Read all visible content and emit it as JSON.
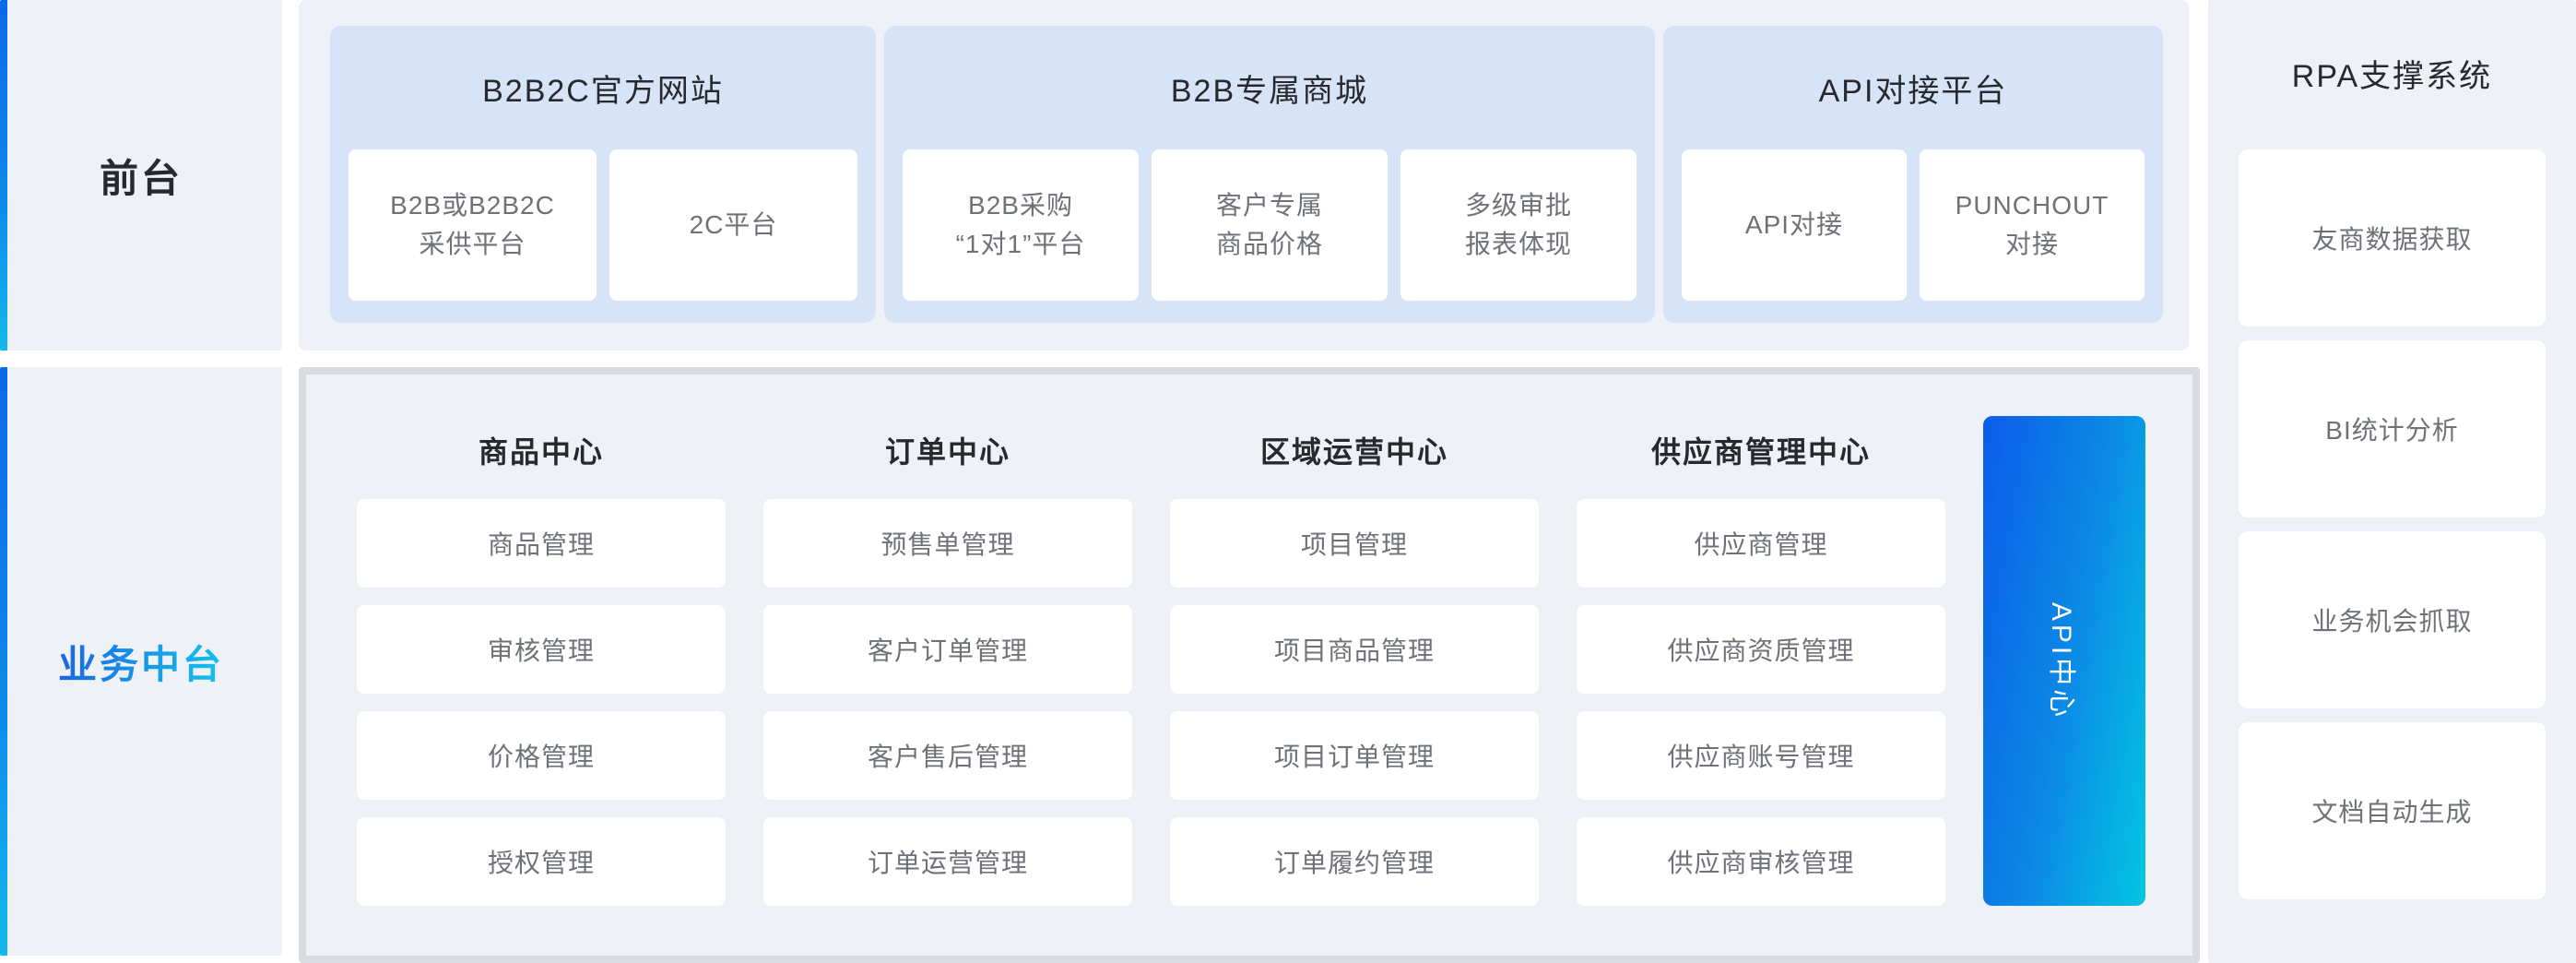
{
  "sidebar": {
    "front_label": "前台",
    "middle_label": "业务中台"
  },
  "top_panels": [
    {
      "title": "B2B2C官方网站",
      "cards": [
        "B2B或B2B2C\n采供平台",
        "2C平台"
      ]
    },
    {
      "title": "B2B专属商城",
      "cards": [
        "B2B采购\n“1对1”平台",
        "客户专属\n商品价格",
        "多级审批\n报表体现"
      ]
    },
    {
      "title": "API对接平台",
      "cards": [
        "API对接",
        "PUNCHOUT\n对接"
      ]
    }
  ],
  "middle_platform": {
    "columns": [
      {
        "title": "商品中心",
        "cards": [
          "商品管理",
          "审核管理",
          "价格管理",
          "授权管理"
        ]
      },
      {
        "title": "订单中心",
        "cards": [
          "预售单管理",
          "客户订单管理",
          "客户售后管理",
          "订单运营管理"
        ]
      },
      {
        "title": "区域运营中心",
        "cards": [
          "项目管理",
          "项目商品管理",
          "项目订单管理",
          "订单履约管理"
        ]
      },
      {
        "title": "供应商管理中心",
        "cards": [
          "供应商管理",
          "供应商资质管理",
          "供应商账号管理",
          "供应商审核管理"
        ]
      }
    ],
    "api_bar_label": "API中心"
  },
  "rpa": {
    "title": "RPA支撑系统",
    "cards": [
      "友商数据获取",
      "BI统计分析",
      "业务机会抓取",
      "文档自动生成"
    ]
  },
  "colors": {
    "accent_blue": "#0b6ae9",
    "accent_cyan": "#12c4ea",
    "panel_blue": "#d7e3f6",
    "surface_gray": "#eef2f7",
    "border_gray": "#d8dce1",
    "api_gradient_start": "#0b5ce8",
    "api_gradient_end": "#03c7e2",
    "heading_text": "#27292e",
    "card_text": "#6e7278"
  }
}
